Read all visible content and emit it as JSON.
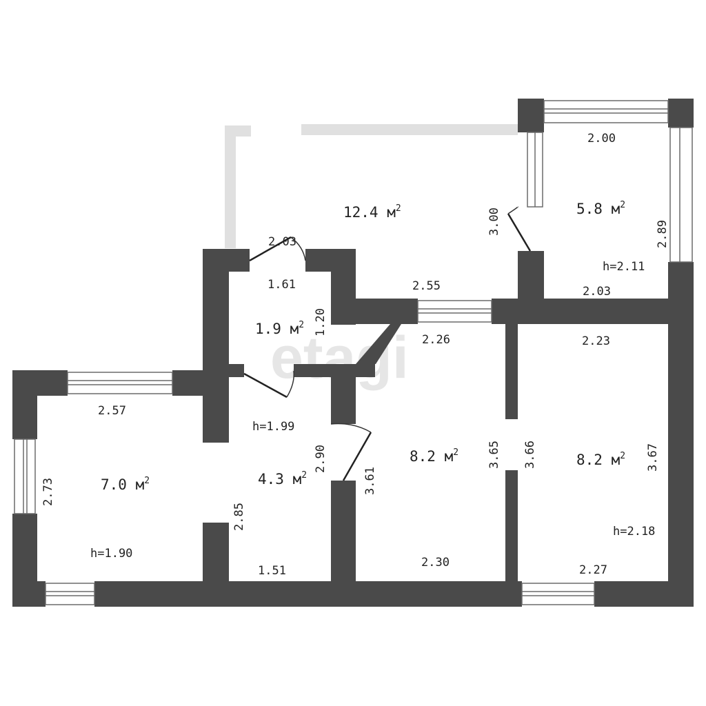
{
  "plan": {
    "watermark": "etagi",
    "rooms": [
      {
        "name": "hall",
        "area": "12.4",
        "unit": "м",
        "sup": "2",
        "height": ""
      },
      {
        "name": "balcony",
        "area": "5.8",
        "unit": "м",
        "sup": "2",
        "height": "h=2.11"
      },
      {
        "name": "wc",
        "area": "1.9",
        "unit": "м",
        "sup": "2",
        "height": ""
      },
      {
        "name": "corridor",
        "area": "4.3",
        "unit": "м",
        "sup": "2",
        "height": "h=1.99"
      },
      {
        "name": "left-room",
        "area": "7.0",
        "unit": "м",
        "sup": "2",
        "height": "h=1.90"
      },
      {
        "name": "middle-room",
        "area": "8.2",
        "unit": "м",
        "sup": "2",
        "height": ""
      },
      {
        "name": "right-room",
        "area": "8.2",
        "unit": "м",
        "sup": "2",
        "height": "h=2.18"
      }
    ],
    "dimensions": [
      "2.00",
      "3.00",
      "2.89",
      "2.03",
      "2.03",
      "2.55",
      "1.61",
      "1.20",
      "2.26",
      "2.23",
      "2.57",
      "2.73",
      "2.90",
      "3.61",
      "3.65",
      "3.66",
      "3.67",
      "2.85",
      "1.51",
      "2.30",
      "2.27"
    ]
  }
}
